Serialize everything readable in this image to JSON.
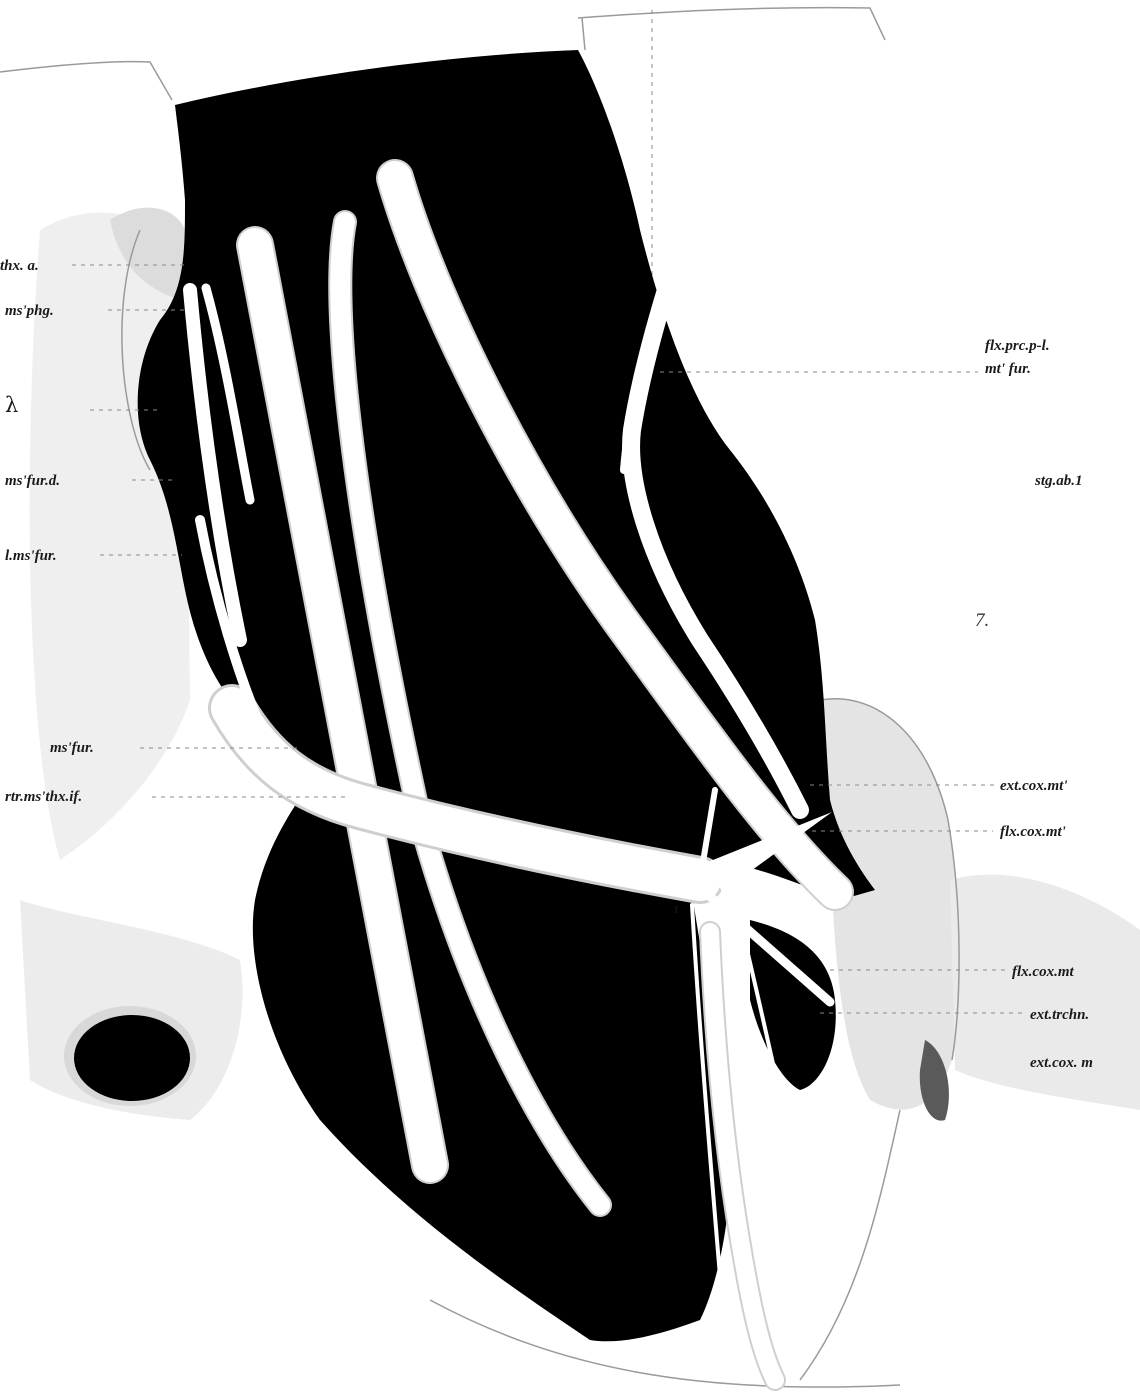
{
  "labels": {
    "thx_a": "thx. a.",
    "ms_phg": "ms'phg.",
    "lambda": "λ",
    "ms_fur_d": "ms'fur.d.",
    "l_ms_fur": "l.ms'fur.",
    "ms_fur": "ms'fur.",
    "rtr_ms_thx_if": "rtr.ms'thx.if.",
    "flx_prc_p_l": "flx.prc.p-l.",
    "mt_fur": "mt' fur.",
    "stg_ab_1": "stg.ab.1",
    "ext_cox_mt_a": "ext.cox.mt'",
    "flx_cox_mt_a": "flx.cox.mt'",
    "flx_cox_mt_b": "flx.cox.mt",
    "ext_trchn": "ext.trchn.",
    "ext_cox_m": "ext.cox. m"
  },
  "figure_number": "7.",
  "marker": "1"
}
